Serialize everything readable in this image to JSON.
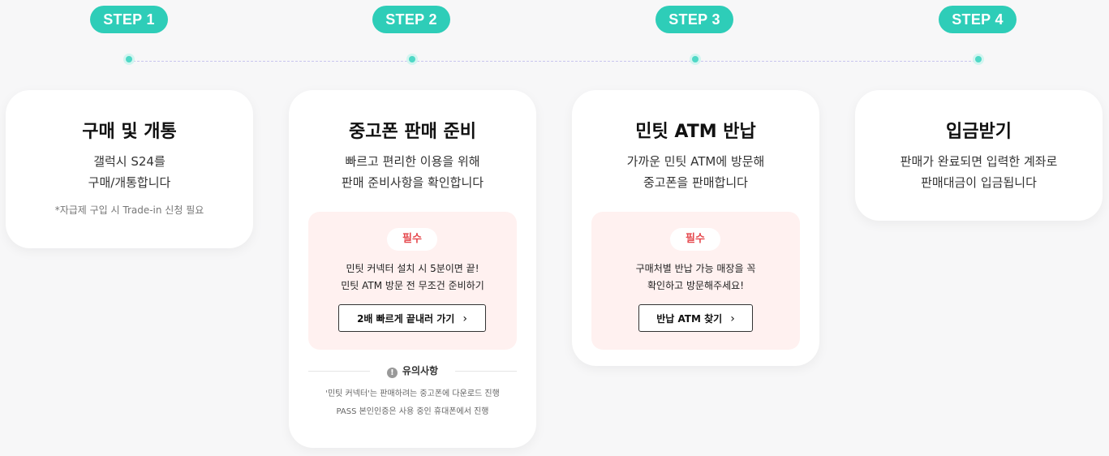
{
  "steps": [
    {
      "label": "STEP 1",
      "title": "구매 및 개통",
      "desc": [
        "갤럭시 S24를",
        "구매/개통합니다"
      ],
      "note": "*자급제 구입 시 Trade-in 신청 필요"
    },
    {
      "label": "STEP 2",
      "title": "중고폰 판매 준비",
      "desc": [
        "빠르고 편리한 이용을 위해",
        "판매 준비사항을 확인합니다"
      ],
      "required": {
        "badge": "필수",
        "text": [
          "민팃 커넥터 설치 시 5분이면 끝!",
          "민팃 ATM 방문 전 무조건 준비하기"
        ],
        "button": "2배 빠르게 끝내러 가기"
      },
      "notice": {
        "label": "유의사항",
        "lines": [
          "'민팃 커넥터'는 판매하려는 중고폰에 다운로드 진행",
          "PASS 본인인증은 사용 중인 휴대폰에서 진행"
        ]
      }
    },
    {
      "label": "STEP 3",
      "title": "민팃 ATM 반납",
      "desc": [
        "가까운 민팃 ATM에 방문해",
        "중고폰을 판매합니다"
      ],
      "required": {
        "badge": "필수",
        "text": [
          "구매처별 반납 가능 매장을 꼭",
          "확인하고 방문해주세요!"
        ],
        "button": "반납 ATM 찾기"
      }
    },
    {
      "label": "STEP 4",
      "title": "입금받기",
      "desc": [
        "판매가 완료되면 입력한 계좌로",
        "판매대금이 입금됩니다"
      ]
    }
  ],
  "icons": {
    "chevron": "chevron-right-icon",
    "info": "info-icon"
  },
  "colors": {
    "accent": "#2ecdb8",
    "required": "#e5484d",
    "required_bg": "#fff1f0"
  }
}
